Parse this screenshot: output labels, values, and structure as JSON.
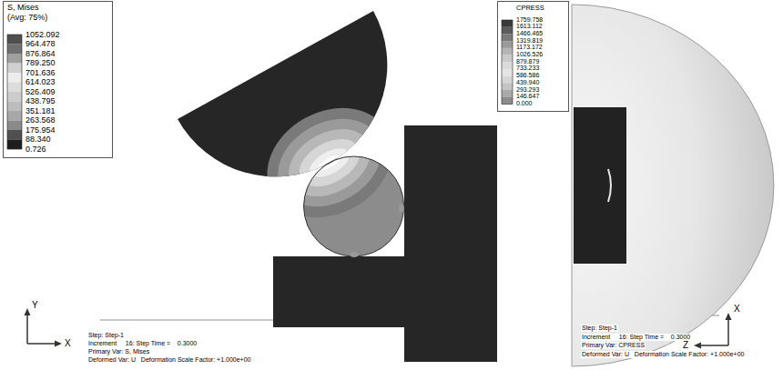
{
  "diagram": {
    "labels": [
      "S, Mises",
      "(Avg: 75%)",
      "1052.092",
      "964.478",
      "876.864",
      "789.250",
      "701.636",
      "614.023",
      "526.409",
      "438.795",
      "351.181",
      "263.568",
      "175.954",
      "88.340",
      "0.726",
      "CPRESS",
      "1759.758",
      "1613.112",
      "1466.465",
      "1319.819",
      "1173.172",
      "1026.526",
      "879.879",
      "733.233",
      "586.586",
      "439.940",
      "293.293",
      "146.647",
      "0.000",
      "Step: Step-1",
      "Increment     16: Step Time =    0.3000",
      "Primary Var: S, Mises",
      "Deformed Var: U   Deformation Scale Factor: +1.000e+00",
      "Step: Step-1",
      "Increment     16: Step Time =    0.3000",
      "Primary Var: CPRESS",
      "Deformed Var: U   Deformation Scale Factor: +1.000e+00",
      "Y",
      "X",
      "X",
      "Z"
    ]
  }
}
